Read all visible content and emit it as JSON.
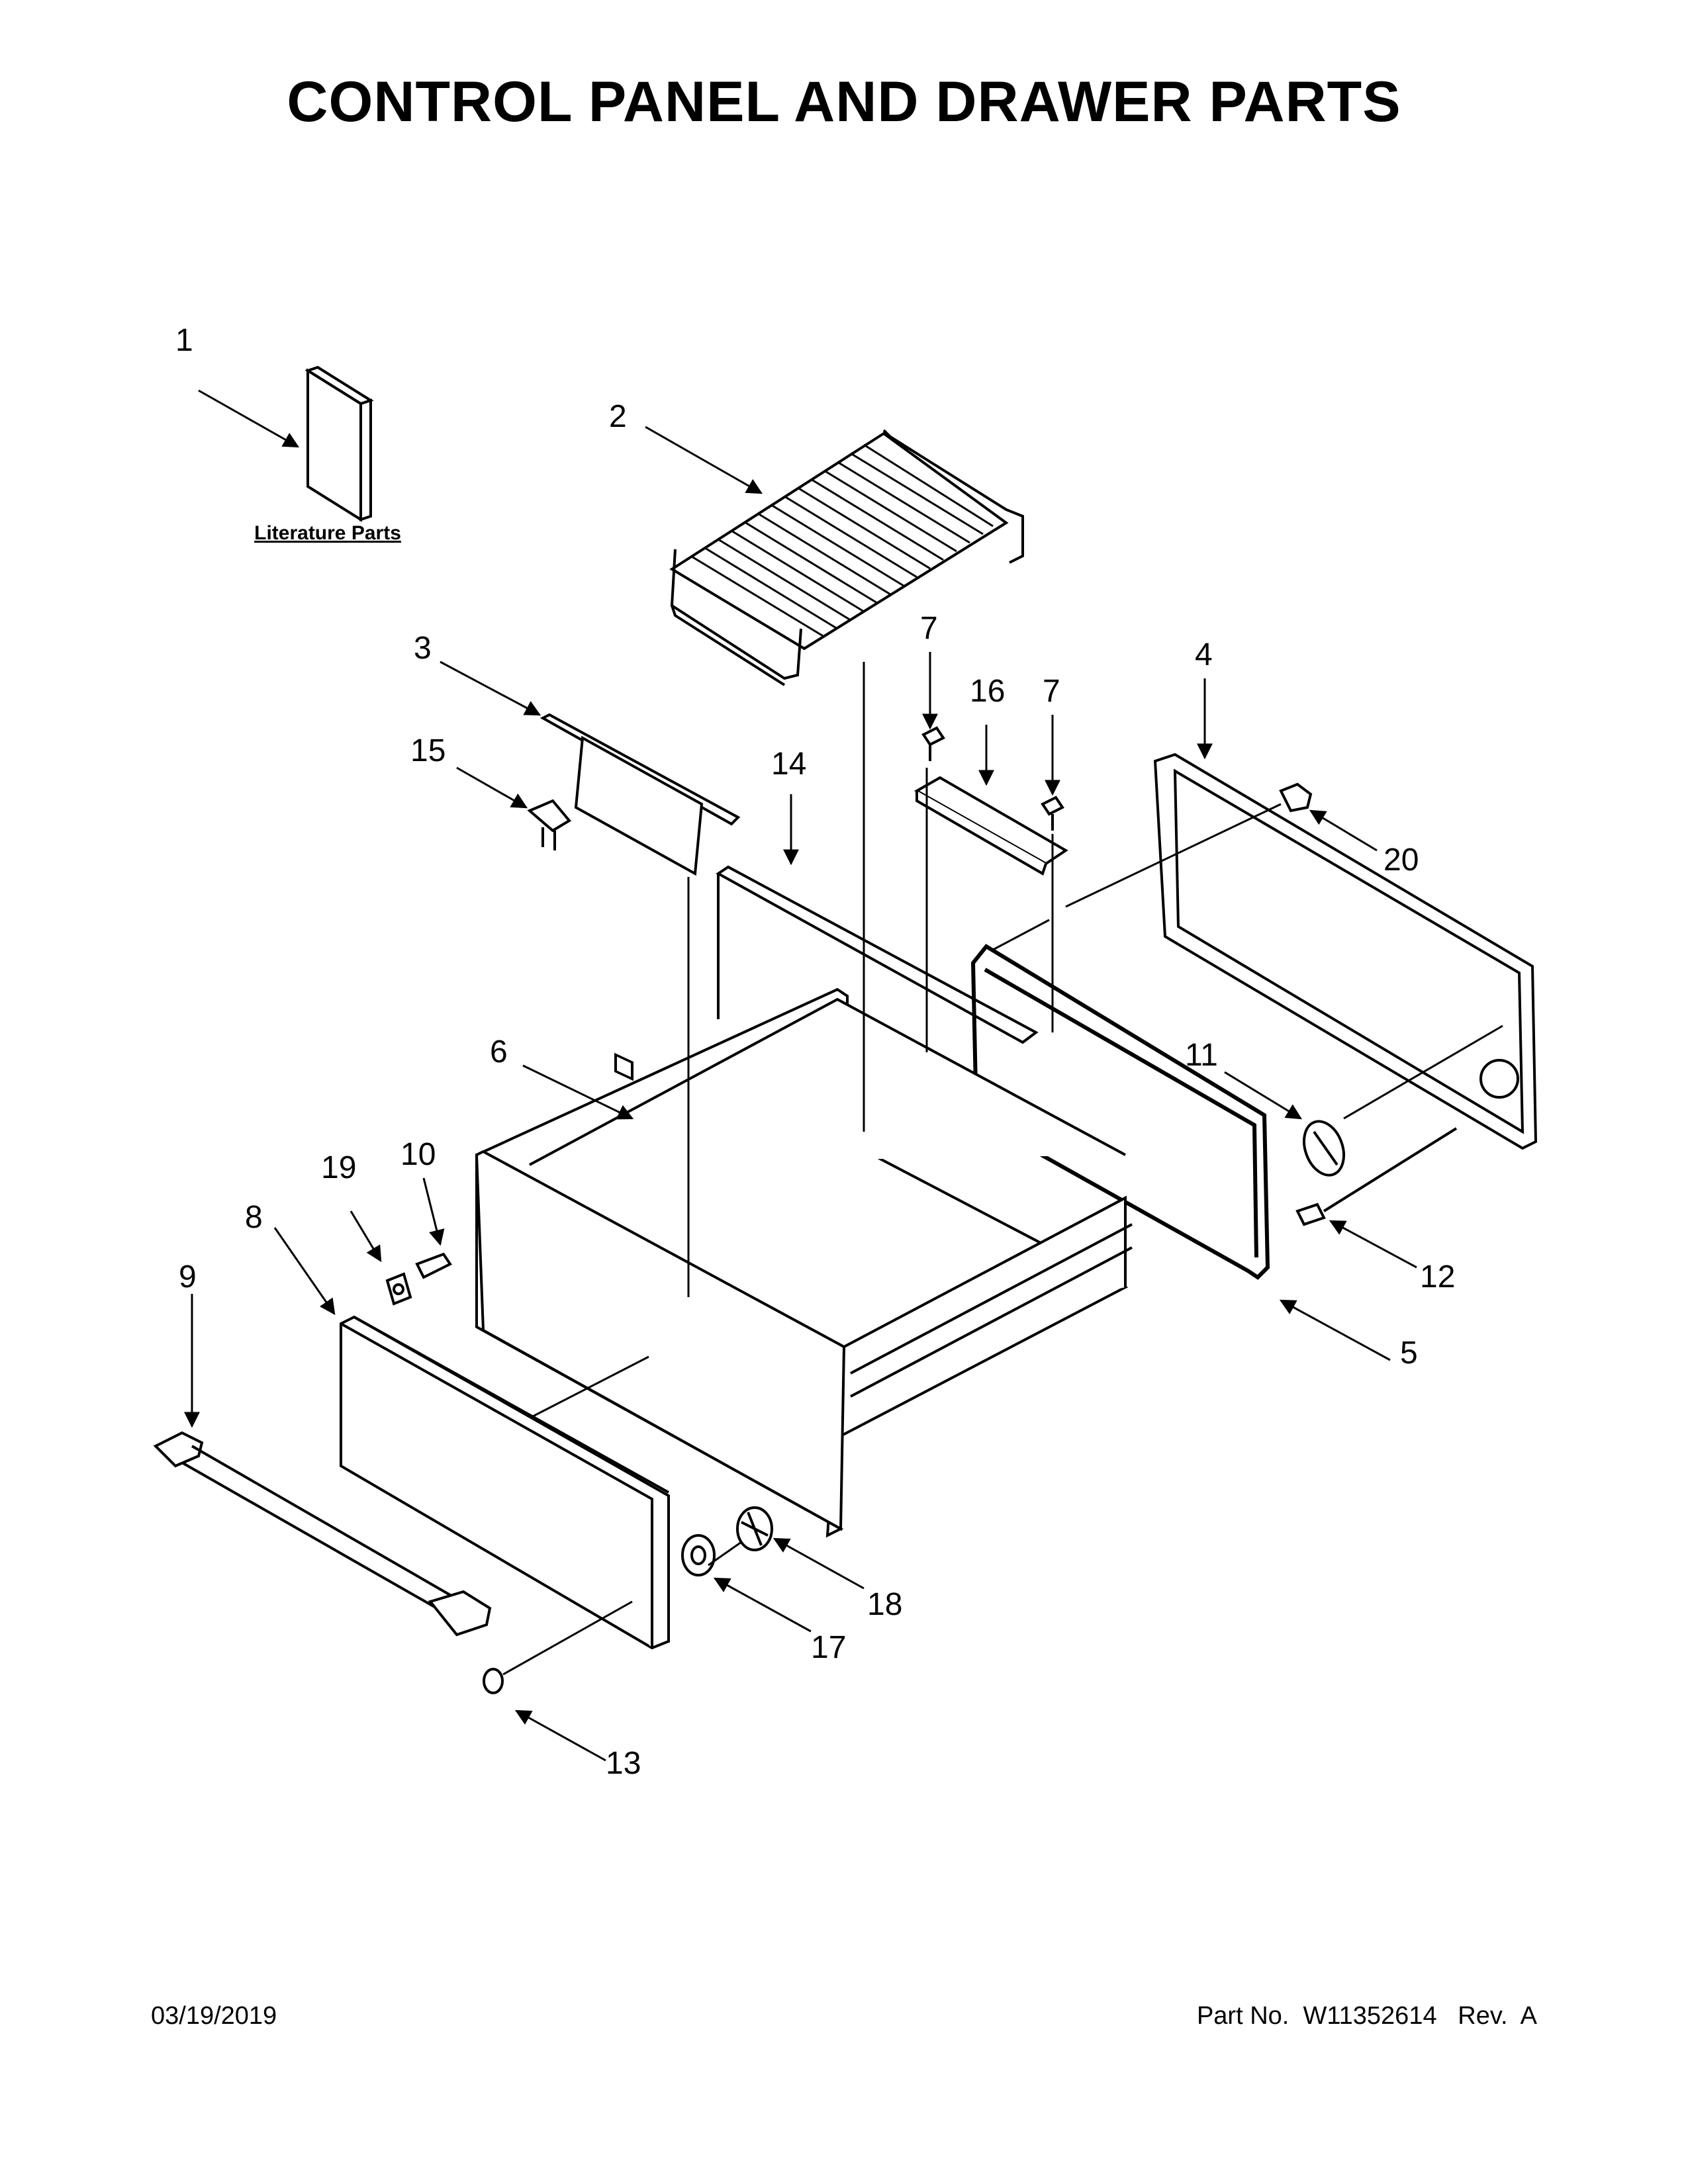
{
  "title": "CONTROL PANEL AND DRAWER PARTS",
  "literature_label": "Literature Parts",
  "callouts": [
    "1",
    "2",
    "3",
    "4",
    "5",
    "6",
    "7",
    "7",
    "8",
    "9",
    "10",
    "11",
    "12",
    "13",
    "14",
    "15",
    "16",
    "17",
    "18",
    "19",
    "20"
  ],
  "footer": {
    "date": "03/19/2019",
    "part_label": "Part No.",
    "part_number": "W11352614",
    "rev_label": "Rev.",
    "rev": "A"
  }
}
